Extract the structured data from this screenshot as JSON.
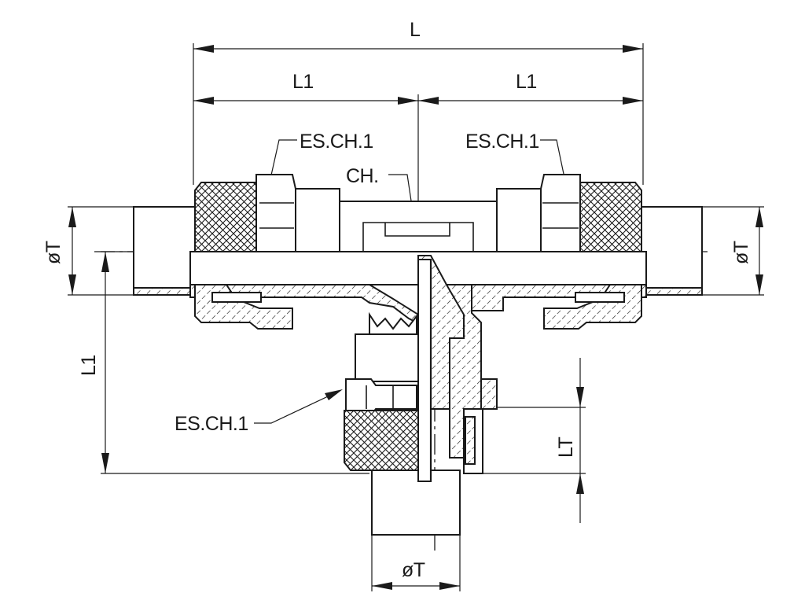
{
  "drawing": {
    "dimensions": {
      "overall_length": "L",
      "half_length_left": "L1",
      "half_length_right": "L1",
      "branch_length": "L1",
      "thread_length": "LT",
      "tube_diameter_left": "øT",
      "tube_diameter_right": "øT",
      "tube_diameter_bottom": "øT"
    },
    "callouts": {
      "nut_wrench_left": "ES.CH.1",
      "nut_wrench_right": "ES.CH.1",
      "nut_wrench_branch": "ES.CH.1",
      "body_wrench": "CH."
    },
    "colors": {
      "line": "#1a1a1a",
      "background": "#ffffff"
    }
  }
}
